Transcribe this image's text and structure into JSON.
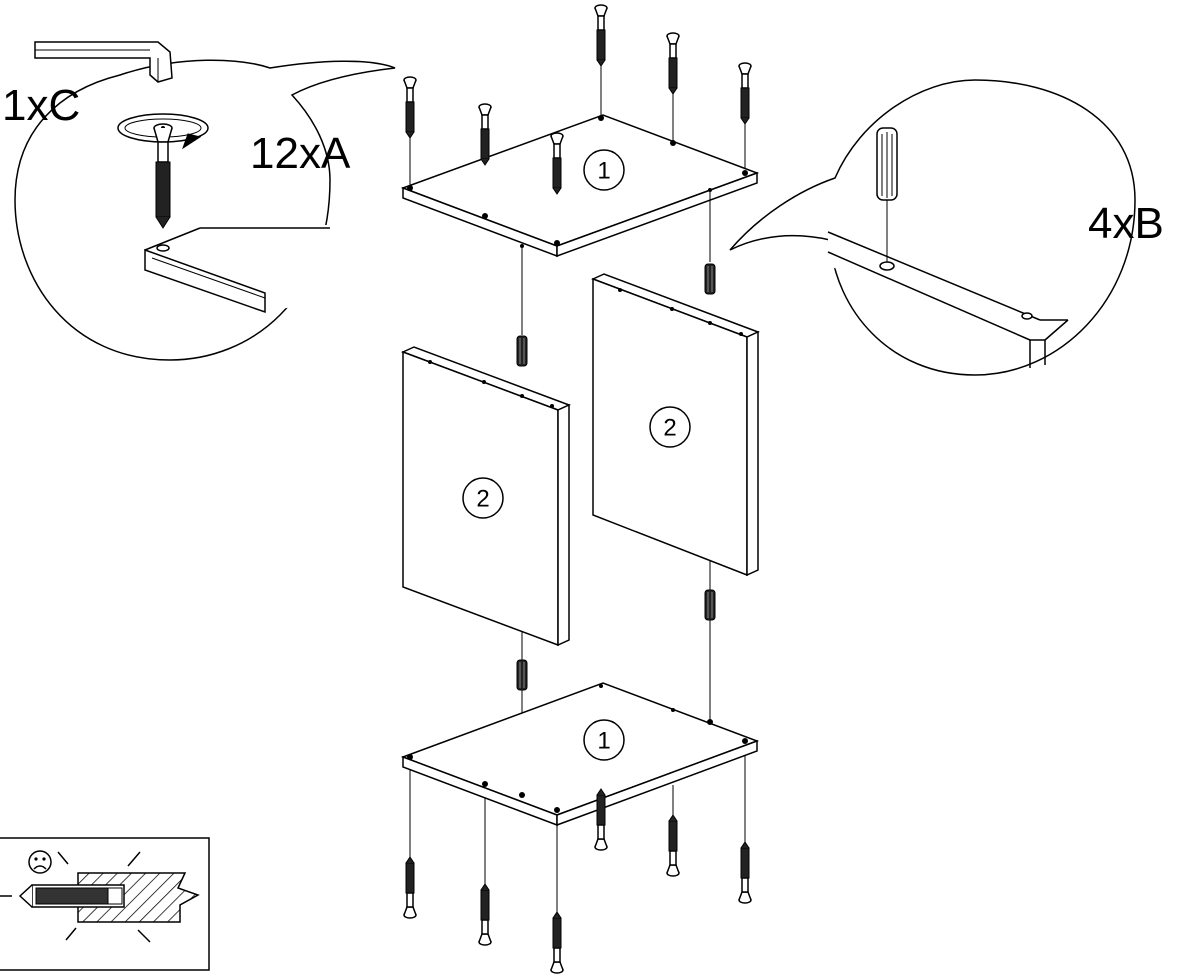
{
  "callouts": {
    "allen_key": "1xC",
    "screws": "12xA",
    "dowels": "4xB"
  },
  "parts": {
    "top_panel": "1",
    "bottom_panel": "1",
    "left_side_panel": "2",
    "right_side_panel": "2"
  },
  "icons": {
    "warning_face": "sad-face-icon"
  },
  "colors": {
    "line": "#000000",
    "panel_fill": "#ffffff"
  }
}
